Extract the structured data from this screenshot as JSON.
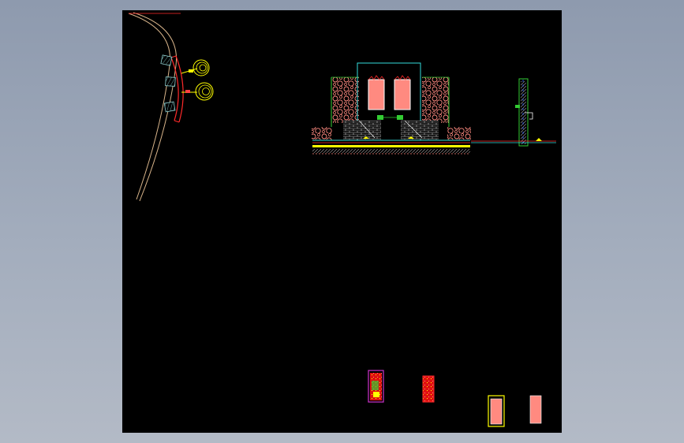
{
  "viewer": {
    "background_color": "#8e9aae",
    "canvas_color": "#000000"
  },
  "drawing": {
    "layers": [
      {
        "name": "wall-outline",
        "color": "#d8b48a"
      },
      {
        "name": "red-lines",
        "color": "#ff2a2a"
      },
      {
        "name": "yellow-annotations",
        "color": "#ffff00"
      },
      {
        "name": "cyan-outlines",
        "color": "#33dddd"
      },
      {
        "name": "green-outlines",
        "color": "#33cc33"
      },
      {
        "name": "salmon-fill",
        "color": "#ff8a80"
      },
      {
        "name": "grey-hatch",
        "color": "#bbbbbb"
      }
    ],
    "views": [
      "curved-wall-plan",
      "front-elevation",
      "side-section",
      "detail-1",
      "detail-2",
      "detail-3",
      "detail-4"
    ]
  }
}
